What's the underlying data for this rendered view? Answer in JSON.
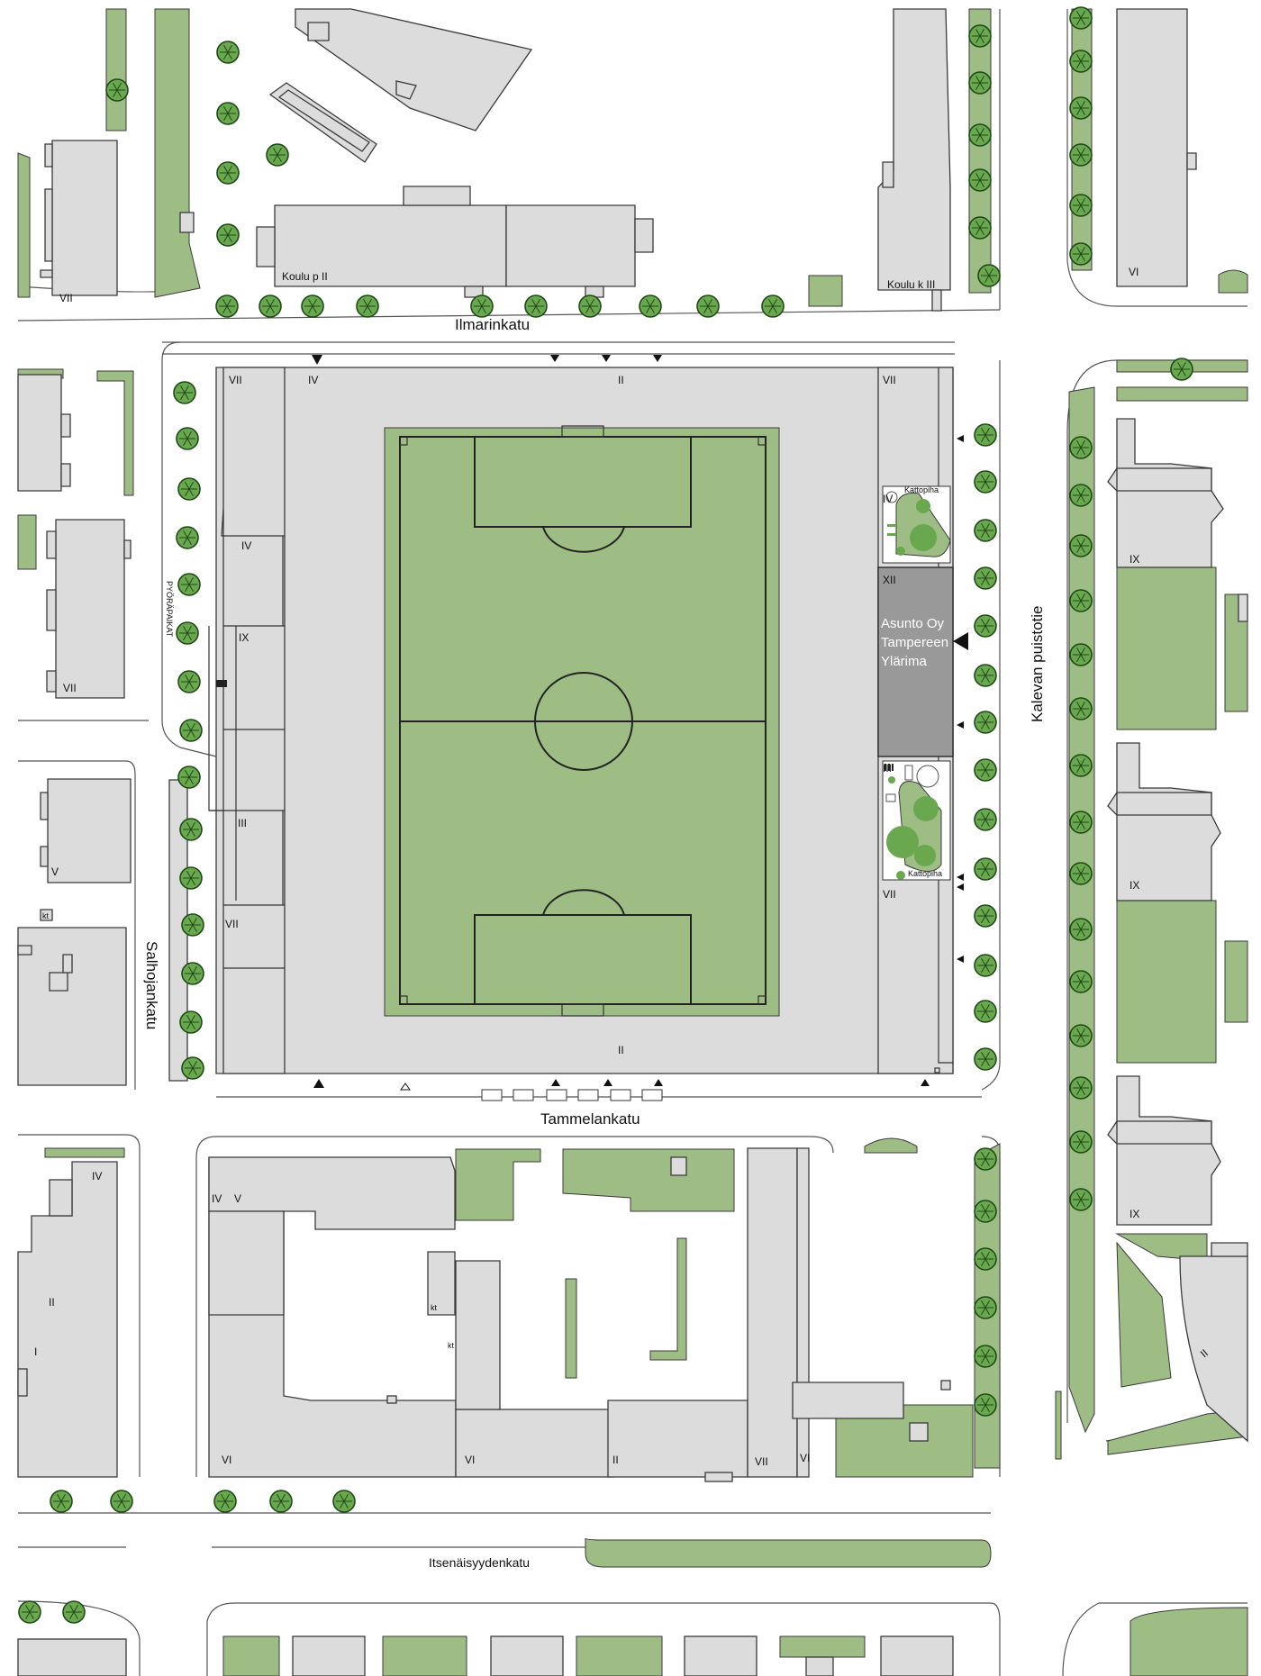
{
  "streets": {
    "ilmarinkatu": "Ilmarinkatu",
    "tammelankatu": "Tammelankatu",
    "kalevan_puistotie": "Kalevan puistotie",
    "salhojankatu": "Salhojankatu",
    "itsenaisyydenkatu": "Itsenäisyydenkatu",
    "pyorapaikat": "PYÖRÄPAIKAT"
  },
  "buildings": {
    "koulu_p2": "Koulu p II",
    "koulu_k3": "Koulu k III",
    "asunto_line1": "Asunto Oy",
    "asunto_line2": "Tampereen",
    "asunto_line3": "Ylärima",
    "kattopiha_top": "Kattopiha",
    "kattopiha_bottom": "Kattopiha",
    "kt_a": "kt",
    "kt_b": "kt",
    "kt_c": "kt"
  },
  "floor_labels": {
    "nw_vii": "VII",
    "top_vi": "VI",
    "stad_tl_vii": "VII",
    "stad_t_iv": "IV",
    "stad_t_ii": "II",
    "stad_tr_vii": "VII",
    "stad_l_iv": "IV",
    "stad_l_ix": "IX",
    "stad_l_iii": "III",
    "stad_l_vii": "VII",
    "stad_r_iv": "IV",
    "stad_r_xii": "XII",
    "stad_r_iii": "III",
    "stad_r_vii": "VII",
    "stad_b_ii": "II",
    "w_vii": "VII",
    "w_v": "V",
    "e_ix1": "IX",
    "e_ix2": "IX",
    "e_ix3": "IX",
    "e_ii": "II",
    "sw_iv": "IV",
    "sw_ii": "II",
    "sw_i": "I",
    "s_iv": "IV",
    "s_v": "V",
    "s_vi1": "VI",
    "s_vi2": "VI",
    "s_ii": "II",
    "s_vii": "VII",
    "s_vi3": "VI"
  },
  "colors": {
    "building": "#dcdcdc",
    "green": "#9dbd84",
    "tree": "#6aa84f",
    "highlight_block": "#999999"
  }
}
